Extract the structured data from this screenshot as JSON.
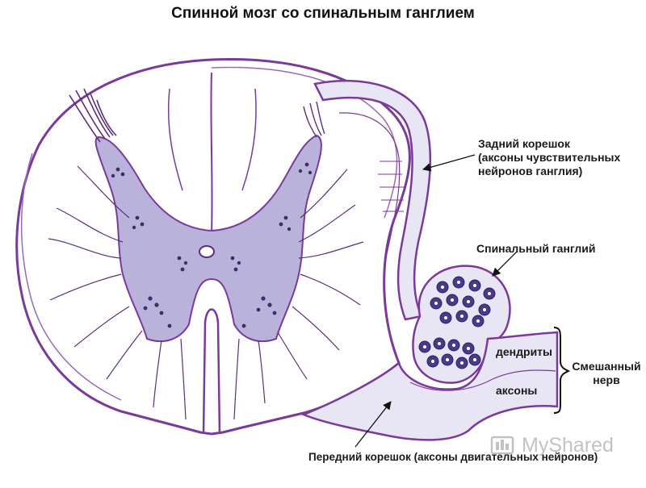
{
  "title": "Спинной мозг  со спинальным ганглием",
  "labels": {
    "dorsal_root": [
      "Задний корешок",
      "(аксоны чувствительных",
      "нейронов ганглия)"
    ],
    "spinal_ganglion": "Спинальный ганглий",
    "dendrites": "дендриты",
    "axons": "аксоны",
    "mixed_nerve": [
      "Смешанный",
      "нерв"
    ],
    "ventral_root": "Передний корешок (аксоны двигательных нейронов)"
  },
  "watermark": "MyShared",
  "colors": {
    "outline": "#7a3a9a",
    "gray_matter": "#b9b3dc",
    "root_fill": "#e8e6f5",
    "nuclei": "#3b2f6a",
    "pointer": "#111111"
  }
}
